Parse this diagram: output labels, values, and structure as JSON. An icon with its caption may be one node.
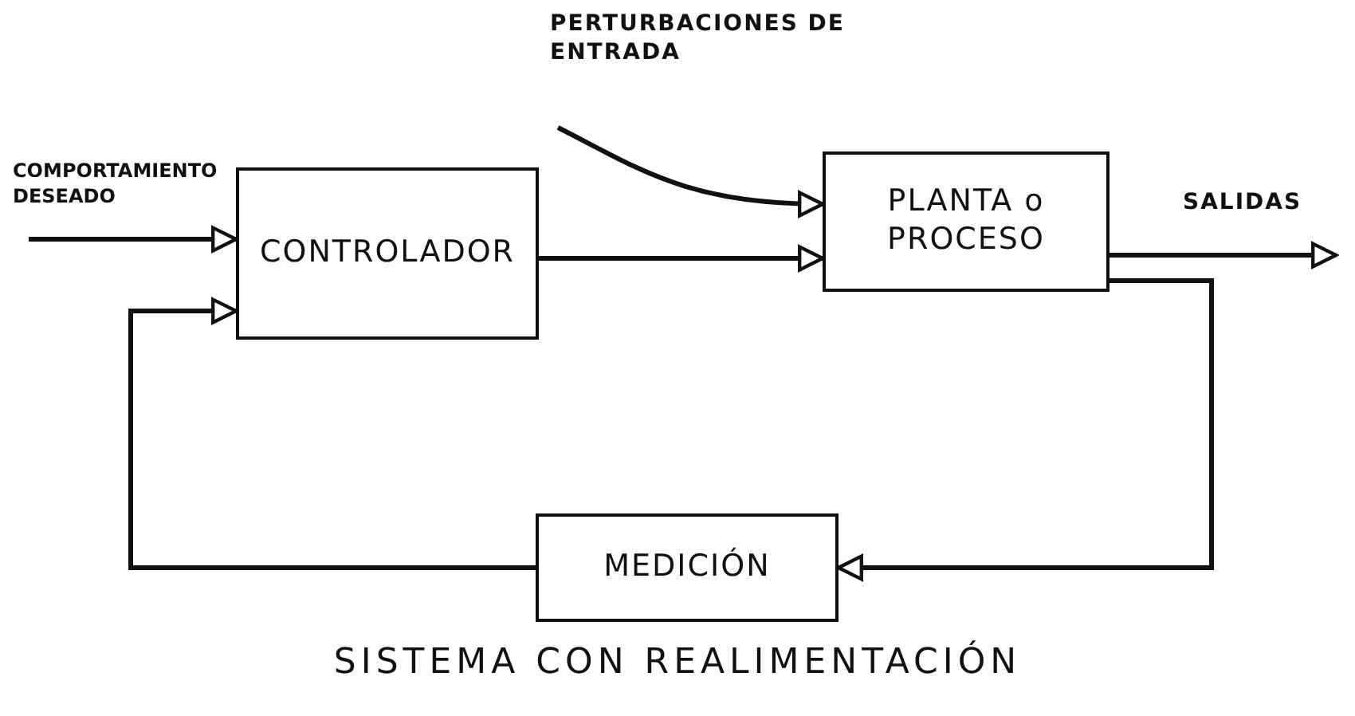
{
  "diagram": {
    "caption": "SISTEMA CON REALIMENTACIÓN",
    "nodes": [
      {
        "text": [
          "CONTROLADOR"
        ]
      },
      {
        "text": [
          "PLANTA o PROCESO"
        ]
      },
      {
        "text": [
          "MEDICIÓN"
        ]
      }
    ],
    "edges": [
      {
        "from": null,
        "to": 0,
        "arrow": "to",
        "label": "COMPORTAMIENTO DESEADO"
      },
      {
        "from": 0,
        "to": 1,
        "arrow": "to"
      },
      {
        "from": null,
        "to": 1,
        "arrow": "to",
        "label": "PERTURBACIONES DE ENTRADA"
      },
      {
        "from": 1,
        "to": null,
        "arrow": "to",
        "label": "SALIDAS"
      },
      {
        "from": 1,
        "to": 2,
        "arrow": "to"
      },
      {
        "from": 2,
        "to": 0,
        "arrow": "to"
      }
    ]
  }
}
